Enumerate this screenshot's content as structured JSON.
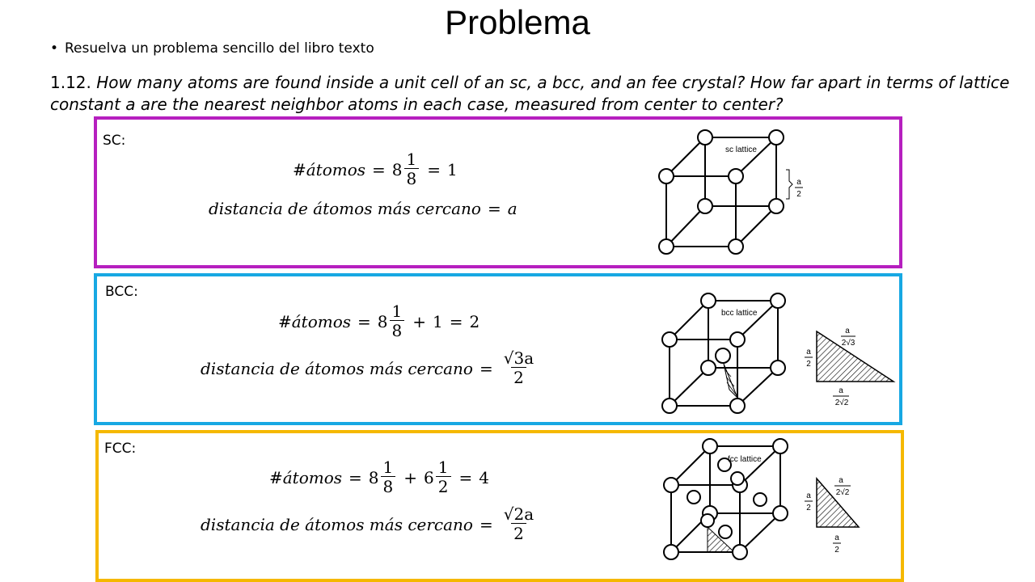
{
  "title": "Problema",
  "bullet": "Resuelva un problema sencillo del libro texto",
  "question": {
    "number": "1.12.",
    "text": "How many atoms are found inside a unit cell of an sc, a bcc, and an fee crystal? How far apart in terms of lattice constant a are the nearest neighbor atoms in each case, measured from center to center?"
  },
  "sections": {
    "sc": {
      "label": "SC:",
      "atoms_lhs": "#átomos",
      "atoms_coef": "8",
      "atoms_frac": {
        "num": "1",
        "den": "8"
      },
      "atoms_result": "1",
      "dist_lhs": "distancia de átomos más cercano",
      "dist_result": "a",
      "figure_label": "sc lattice",
      "dim_label": {
        "num": "a",
        "den": "2"
      }
    },
    "bcc": {
      "label": "BCC:",
      "atoms_lhs": "#átomos",
      "atoms_coef": "8",
      "atoms_frac": {
        "num": "1",
        "den": "8"
      },
      "atoms_plus": "1",
      "atoms_result": "2",
      "dist_lhs": "distancia de átomos más cercano",
      "dist_frac": {
        "num": "√3a",
        "den": "2"
      },
      "figure_label": "bcc lattice",
      "tri_hyp": {
        "num": "a",
        "den": "2√3"
      },
      "tri_left": {
        "num": "a",
        "den": "2"
      },
      "tri_bottom": {
        "num": "a",
        "den": "2√2"
      }
    },
    "fcc": {
      "label": "FCC:",
      "atoms_lhs": "#átomos",
      "atoms_coef1": "8",
      "atoms_frac1": {
        "num": "1",
        "den": "8"
      },
      "atoms_coef2": "6",
      "atoms_frac2": {
        "num": "1",
        "den": "2"
      },
      "atoms_result": "4",
      "dist_lhs": "distancia de átomos más cercano",
      "dist_frac": {
        "num": "√2a",
        "den": "2"
      },
      "figure_label": "fcc lattice",
      "tri_hyp": {
        "num": "a",
        "den": "2√2"
      },
      "tri_left": {
        "num": "a",
        "den": "2"
      },
      "tri_bottom": {
        "num": "a",
        "den": "2"
      }
    }
  },
  "colors": {
    "sc_border": "#b61fbf",
    "bcc_border": "#17a8e3",
    "fcc_border": "#f5b800"
  }
}
